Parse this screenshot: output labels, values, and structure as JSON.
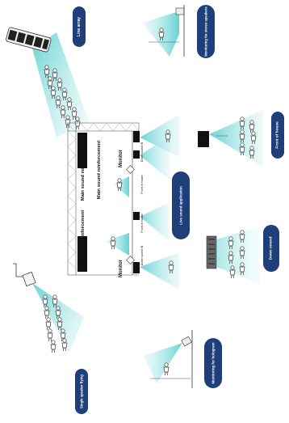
{
  "badges": {
    "line_array": "Line array",
    "monitoring_stereo": "Monitoring for stereo speakers",
    "live_sound": "Live sound application",
    "front_of_house": "Front of house",
    "down_sound": "Down sound",
    "monitoring_hologram": "Monitoring for hologram",
    "single_speaker_flying": "Single speaker flying"
  },
  "stage": {
    "main_sound_top": "Main sound reinforcement",
    "main_sound_inner": "Main sound reinforcement",
    "main_sound_lower": "Main sound reinforcement",
    "monitor_top": "Monitor",
    "monitor_bottom": "Monitor",
    "down_sound_fill_top": "Down sound fill",
    "down_sound_fill_bottom": "Down sound fill",
    "front_of_house_top": "Front of house",
    "front_of_house_bottom": "Front of house"
  },
  "colors": {
    "badge": "#1f3f7a",
    "beam": "#8fdcdc",
    "speaker": "#111111",
    "truss": "#888888"
  }
}
